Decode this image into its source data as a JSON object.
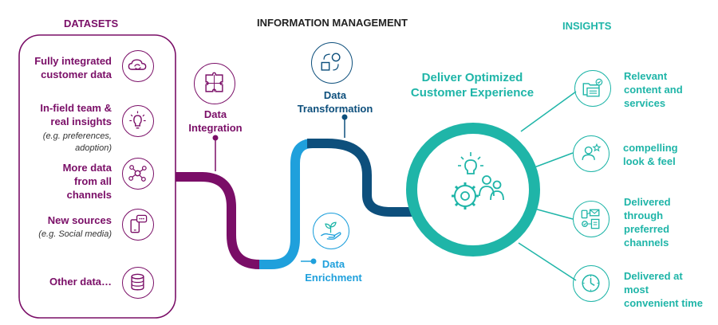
{
  "headers": {
    "datasets": "DATASETS",
    "information_management": "INFORMATION MANAGEMENT",
    "insights": "INSIGHTS"
  },
  "datasets": [
    {
      "label": "Fully integrated\ncustomer data",
      "icon": "cloud-sync-icon"
    },
    {
      "label": "In-field team &\nreal insights",
      "note": "(e.g. preferences,\nadoption)",
      "icon": "lightbulb-icon"
    },
    {
      "label": "More data\nfrom all\nchannels",
      "icon": "network-nodes-icon"
    },
    {
      "label": "New sources",
      "note": "(e.g. Social media)",
      "icon": "phone-chat-icon"
    },
    {
      "label": "Other data…",
      "icon": "database-icon"
    }
  ],
  "stages": {
    "integration": "Data\nIntegration",
    "transformation": "Data\nTransformation",
    "enrichment": "Data\nEnrichment"
  },
  "center": {
    "title": "Deliver Optimized\nCustomer Experience"
  },
  "insights": [
    {
      "label": "Relevant\ncontent and\nservices",
      "icon": "content-folder-icon"
    },
    {
      "label": "compelling\nlook & feel",
      "icon": "user-star-icon"
    },
    {
      "label": "Delivered\nthrough\npreferred\nchannels",
      "icon": "channels-icon"
    },
    {
      "label": "Delivered at\nmost\nconvenient time",
      "icon": "clock-icon"
    }
  ],
  "colors": {
    "purple": "#7a0e67",
    "teal": "#1fb5a8",
    "navy": "#0d4f7c",
    "light_blue": "#1fa0dc",
    "dark_text": "#222222"
  }
}
